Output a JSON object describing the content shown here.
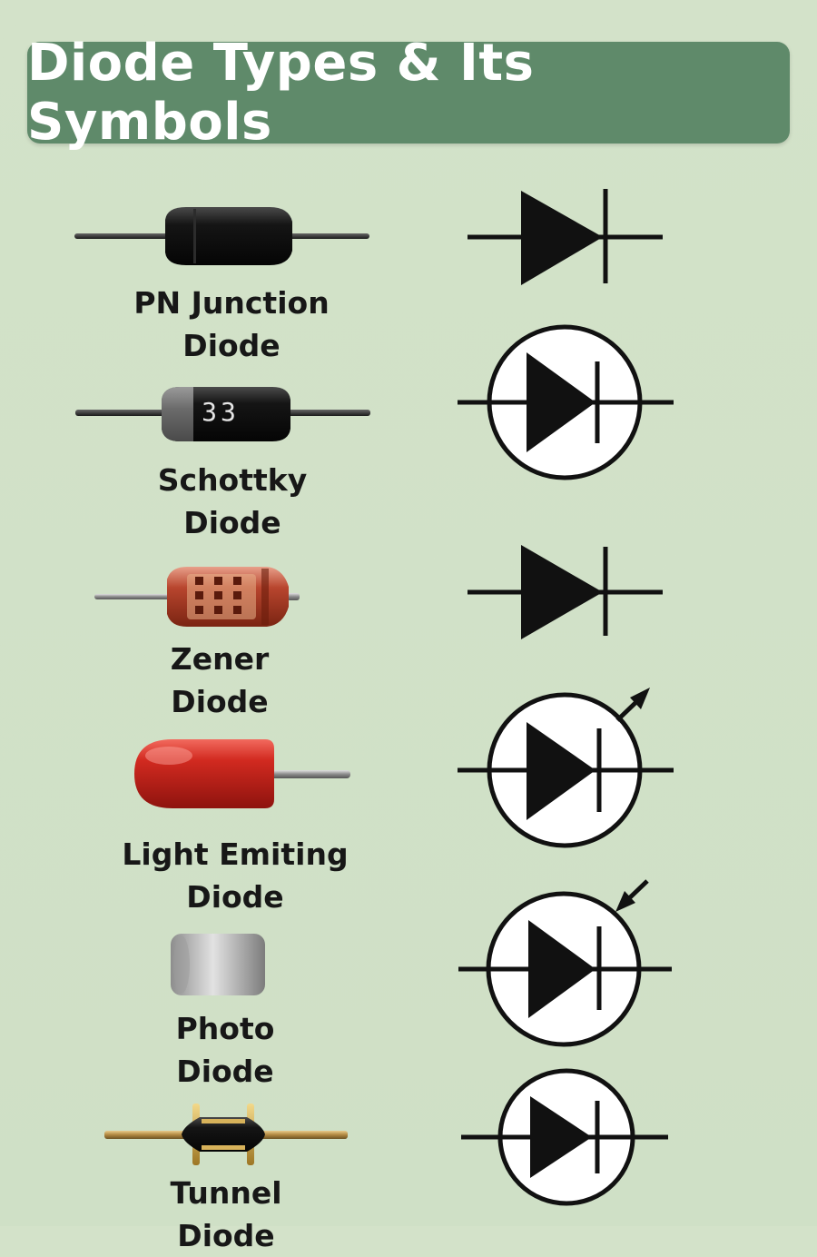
{
  "title": "Diode Types & Its Symbols",
  "diodes": [
    {
      "line1": "PN Junction",
      "line2": "Diode",
      "marking": ""
    },
    {
      "line1": "Schottky",
      "line2": "Diode",
      "marking": "33"
    },
    {
      "line1": "Zener",
      "line2": "Diode",
      "marking": ""
    },
    {
      "line1": "Light Emiting",
      "line2": "Diode",
      "marking": ""
    },
    {
      "line1": "Photo",
      "line2": "Diode",
      "marking": ""
    },
    {
      "line1": "Tunnel",
      "line2": "Diode",
      "marking": ""
    }
  ],
  "colors": {
    "background": "#d1e1c7",
    "banner": "#5f8a6a",
    "symbol_stroke": "#111111",
    "led_red": "#c8201a",
    "zener_glass": "#b5452e"
  }
}
